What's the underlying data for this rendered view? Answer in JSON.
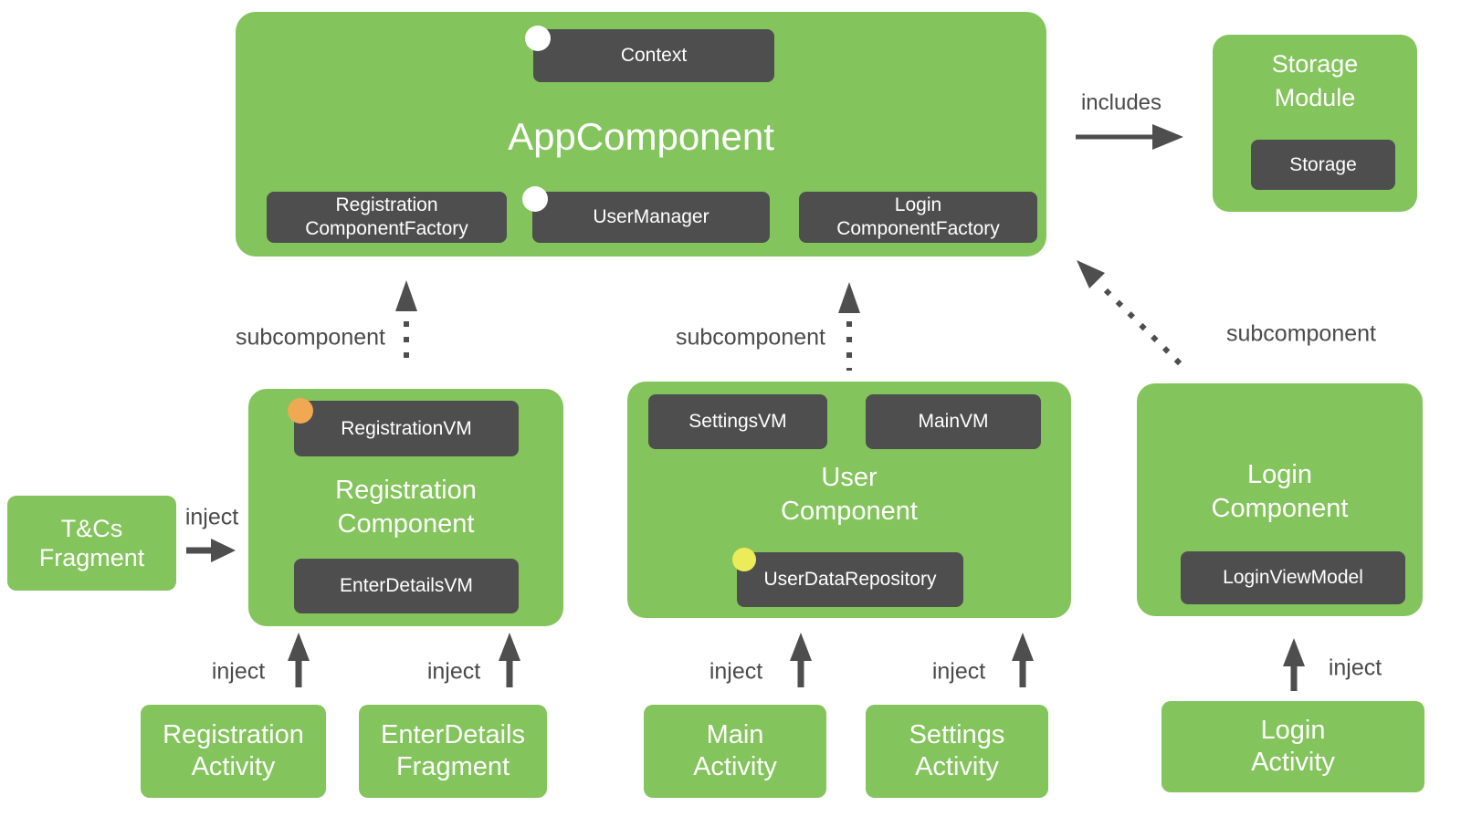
{
  "colors": {
    "component_green": "#84C45C",
    "provision_dark_gray": "#4E4E4E",
    "label_gray": "#4A4A4A",
    "scope_dot_white": "#FFFFFF",
    "scope_dot_orange": "#F0A853",
    "scope_dot_yellow": "#ECEC5A",
    "text_white": "#FFFFFF"
  },
  "app_component": {
    "title": "AppComponent",
    "context_label": "Context",
    "registration_factory_label": "Registration\nComponentFactory",
    "user_manager_label": "UserManager",
    "login_factory_label": "Login\nComponentFactory"
  },
  "storage_module": {
    "title": "Storage\nModule",
    "storage_label": "Storage"
  },
  "registration_component": {
    "title": "Registration\nComponent",
    "registration_vm_label": "RegistrationVM",
    "enter_details_vm_label": "EnterDetailsVM"
  },
  "user_component": {
    "title": "User\nComponent",
    "settings_vm_label": "SettingsVM",
    "main_vm_label": "MainVM",
    "user_data_repository_label": "UserDataRepository"
  },
  "login_component": {
    "title": "Login\nComponent",
    "login_view_model_label": "LoginViewModel"
  },
  "tcs_fragment": {
    "label": "T&Cs\nFragment"
  },
  "bottom_boxes": [
    {
      "label": "Registration\nActivity"
    },
    {
      "label": "EnterDetails\nFragment"
    },
    {
      "label": "Main\nActivity"
    },
    {
      "label": "Settings\nActivity"
    },
    {
      "label": "Login\nActivity"
    }
  ],
  "edge_labels": {
    "includes": "includes",
    "subcomponent_registration": "subcomponent",
    "subcomponent_user": "subcomponent",
    "subcomponent_login": "subcomponent",
    "inject_tcs": "inject",
    "inject_registration_activity": "inject",
    "inject_enterdetails_fragment": "inject",
    "inject_main_activity": "inject",
    "inject_settings_activity": "inject",
    "inject_login_activity": "inject"
  }
}
